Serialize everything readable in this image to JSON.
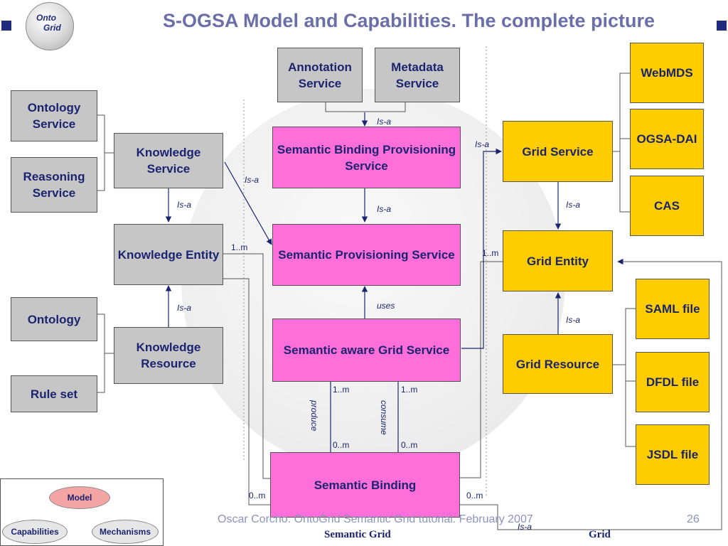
{
  "title": "S-OGSA Model and Capabilities. The complete picture",
  "logo": {
    "line1": "Onto",
    "line2": "Grid"
  },
  "boxes": {
    "annotation_service": "Annotation Service",
    "metadata_service": "Metadata Service",
    "ontology_service": "Ontology Service",
    "reasoning_service": "Reasoning Service",
    "knowledge_service": "Knowledge Service",
    "knowledge_entity": "Knowledge Entity",
    "ontology": "Ontology",
    "rule_set": "Rule set",
    "knowledge_resource": "Knowledge Resource",
    "semantic_binding_provisioning_service": "Semantic Binding Provisioning Service",
    "semantic_provisioning_service": "Semantic Provisioning Service",
    "semantic_aware_grid_service": "Semantic aware Grid Service",
    "semantic_binding": "Semantic Binding",
    "grid_service": "Grid Service",
    "grid_entity": "Grid Entity",
    "grid_resource": "Grid Resource",
    "webmds": "WebMDS",
    "ogsa_dai": "OGSA-DAI",
    "cas": "CAS",
    "saml_file": "SAML file",
    "dfdl_file": "DFDL file",
    "jsdl_file": "JSDL file"
  },
  "relations": {
    "is_a": "Is-a",
    "uses": "uses",
    "produce": "produce",
    "consume": "consume",
    "one_to_many": "1..m",
    "zero_to_many": "0..m"
  },
  "legend": {
    "model": "Model",
    "capabilities": "Capabilities",
    "mechanisms": "Mechanisms"
  },
  "footer": {
    "text": "Oscar Corcho. OntoGrid Semantic Grid tutorial. February 2007",
    "page": "26"
  },
  "bottom_labels": {
    "semantic_grid": "Semantic Grid",
    "grid": "Grid"
  },
  "colors": {
    "grey_box": "#c6c6c6",
    "pink_box": "#ff6ed9",
    "gold_box": "#ffcc00",
    "text": "#1a2470",
    "title": "#6b6fa8"
  }
}
